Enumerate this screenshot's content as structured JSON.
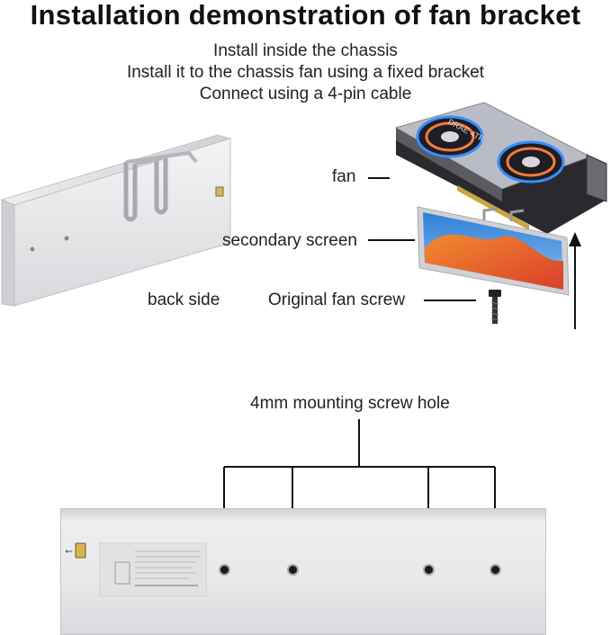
{
  "title": "Installation demonstration of fan bracket",
  "steps": [
    "Install inside the chassis",
    "Install it to the chassis fan using a fixed bracket",
    "Connect using a 4-pin cable"
  ],
  "labels": {
    "fan": "fan",
    "secondary_screen": "secondary screen",
    "back_side": "back side",
    "original_fan_screw": "Original fan screw",
    "mounting_hole": "4mm mounting screw hole"
  },
  "gpu_brand": "DRAE 4TR",
  "colors": {
    "accent_orange": "#e8622a",
    "screen_blue": "#2f7fd8",
    "panel_silver": "#e6e6e8"
  }
}
